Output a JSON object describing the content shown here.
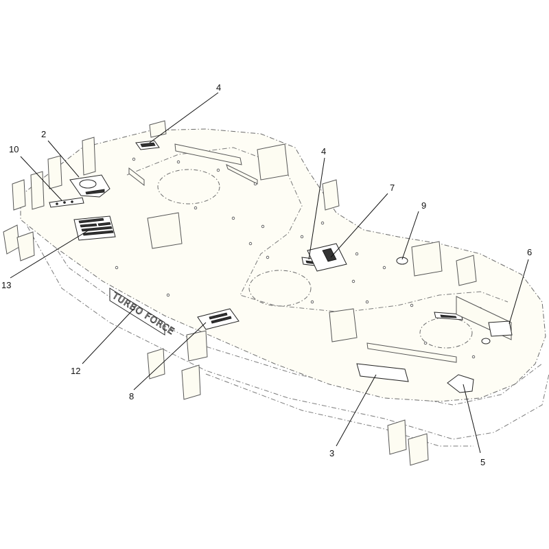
{
  "brand_text": "TURBO FORCE",
  "callouts": [
    {
      "id": "c4a",
      "label": "4"
    },
    {
      "id": "c2",
      "label": "2"
    },
    {
      "id": "c10",
      "label": "10"
    },
    {
      "id": "c13",
      "label": "13"
    },
    {
      "id": "c12",
      "label": "12"
    },
    {
      "id": "c8",
      "label": "8"
    },
    {
      "id": "c4b",
      "label": "4"
    },
    {
      "id": "c7",
      "label": "7"
    },
    {
      "id": "c9",
      "label": "9"
    },
    {
      "id": "c6",
      "label": "6"
    },
    {
      "id": "c3",
      "label": "3"
    },
    {
      "id": "c5",
      "label": "5"
    }
  ]
}
